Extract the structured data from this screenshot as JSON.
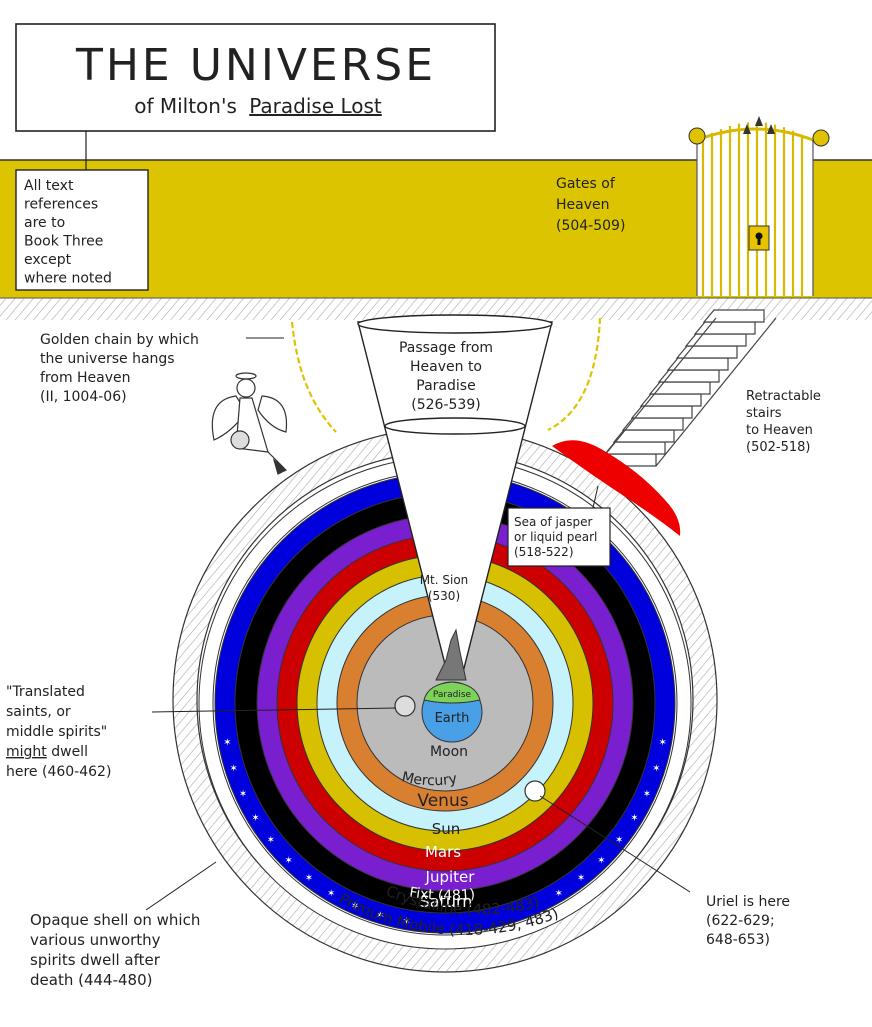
{
  "title": {
    "main": "THE UNIVERSE",
    "subtitle_prefix": "of Milton's",
    "subtitle_work": "Paradise Lost"
  },
  "heaven": {
    "color": "#dcc400",
    "note": [
      "All text",
      "references",
      "are to",
      "Book Three",
      "except",
      "where noted"
    ],
    "gates_label": [
      "Gates of",
      "Heaven",
      "(504-509)"
    ]
  },
  "labels": {
    "golden_chain": [
      "Golden chain by which",
      "the universe hangs",
      "from Heaven",
      "(II, 1004-06)"
    ],
    "passage": [
      "Passage from",
      "Heaven to",
      "Paradise",
      "(526-539)"
    ],
    "stairs": [
      "Retractable",
      "stairs",
      "to Heaven",
      "(502-518)"
    ],
    "sea": [
      "Sea of jasper",
      "or liquid pearl",
      "(518-522)"
    ],
    "mt_sion": [
      "Mt. Sion",
      "(530)"
    ],
    "translated_saints": [
      "\"Translated",
      "saints, or",
      "middle spirits\"",
      "might dwell",
      "here (460-462)"
    ],
    "translated_emphasis": "might",
    "uriel": [
      "Uriel is here",
      "(622-629;",
      "648-653)"
    ],
    "opaque_shell": [
      "Opaque shell on which",
      "various unworthy",
      "spirits dwell after",
      "death (444-480)"
    ]
  },
  "spheres": [
    {
      "name": "Primum Mobile (418-429, 483)",
      "color": "#ffffff",
      "text_color": "#222222"
    },
    {
      "name": "Crystalline (482-483)",
      "color": "#ffffff",
      "text_color": "#222222"
    },
    {
      "name": "Fixt (481)",
      "color": "#0000dd",
      "text_color": "#ffffff"
    },
    {
      "name": "Saturn",
      "color": "#000000",
      "text_color": "#ffffff"
    },
    {
      "name": "Jupiter",
      "color": "#7a1fd0",
      "text_color": "#ffffff"
    },
    {
      "name": "Mars",
      "color": "#cc0000",
      "text_color": "#ffffff"
    },
    {
      "name": "Sun",
      "color": "#d6c000",
      "text_color": "#222222"
    },
    {
      "name": "Venus",
      "color": "#c6f2fb",
      "text_color": "#222222"
    },
    {
      "name": "Mercury",
      "color": "#d98030",
      "text_color": "#222222"
    },
    {
      "name": "Moon",
      "color": "#bbbbbb",
      "text_color": "#222222"
    },
    {
      "name": "Earth",
      "color": "#4aa0e6",
      "text_color": "#222222"
    }
  ],
  "paradise": {
    "label": "Paradise",
    "color": "#7dd35a"
  },
  "colors": {
    "sea_red": "#ee0000",
    "chain_gold": "#e0c200",
    "gate_gold": "#d9b800",
    "lock_gold": "#e8c300"
  }
}
